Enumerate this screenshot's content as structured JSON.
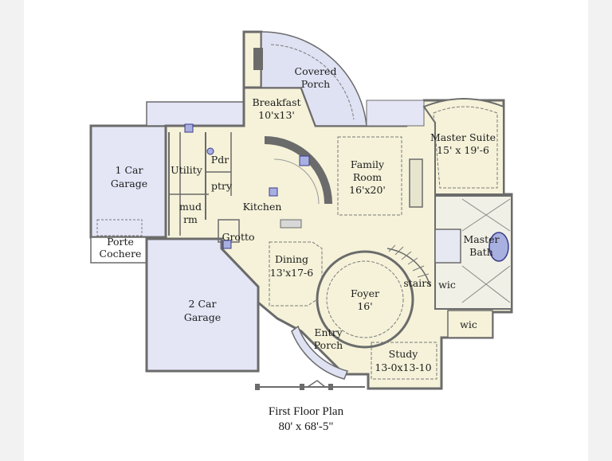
{
  "colors": {
    "wall": "#6b6b6b",
    "cream": "#f5f2d9",
    "garage": "#e4e6f6",
    "porch": "#dfe2f3",
    "wet": "#e6e8f2",
    "dash": "#7a7a7a"
  },
  "rooms": {
    "breakfast": [
      "Breakfast",
      "10'x13'"
    ],
    "covered_porch": [
      "Covered",
      "Porch"
    ],
    "master_suite": [
      "Master Suite",
      "15' x 19'-6"
    ],
    "one_car_garage": [
      "1 Car",
      "Garage"
    ],
    "utility": "Utility",
    "pdr": "Pdr",
    "ptry": "ptry",
    "family_room": [
      "Family",
      "Room",
      "16'x20'"
    ],
    "mud_room": [
      "mud",
      "rm"
    ],
    "kitchen": "Kitchen",
    "grotto": "Grotto",
    "porte_cochere": [
      "Porte",
      "Cochere"
    ],
    "master_bath": [
      "Master",
      "Bath"
    ],
    "dining": [
      "Dining",
      "13'x17-6"
    ],
    "stairs": "stairs",
    "wic_upper": "wic",
    "two_car_garage": [
      "2 Car",
      "Garage"
    ],
    "foyer": [
      "Foyer",
      "16'"
    ],
    "wic_lower": "wic",
    "entry_porch": [
      "Entry",
      "Porch"
    ],
    "study": [
      "Study",
      "13-0x13-10"
    ]
  },
  "caption": {
    "line1": "First Floor Plan",
    "line2": "80' x 68'-5\""
  }
}
